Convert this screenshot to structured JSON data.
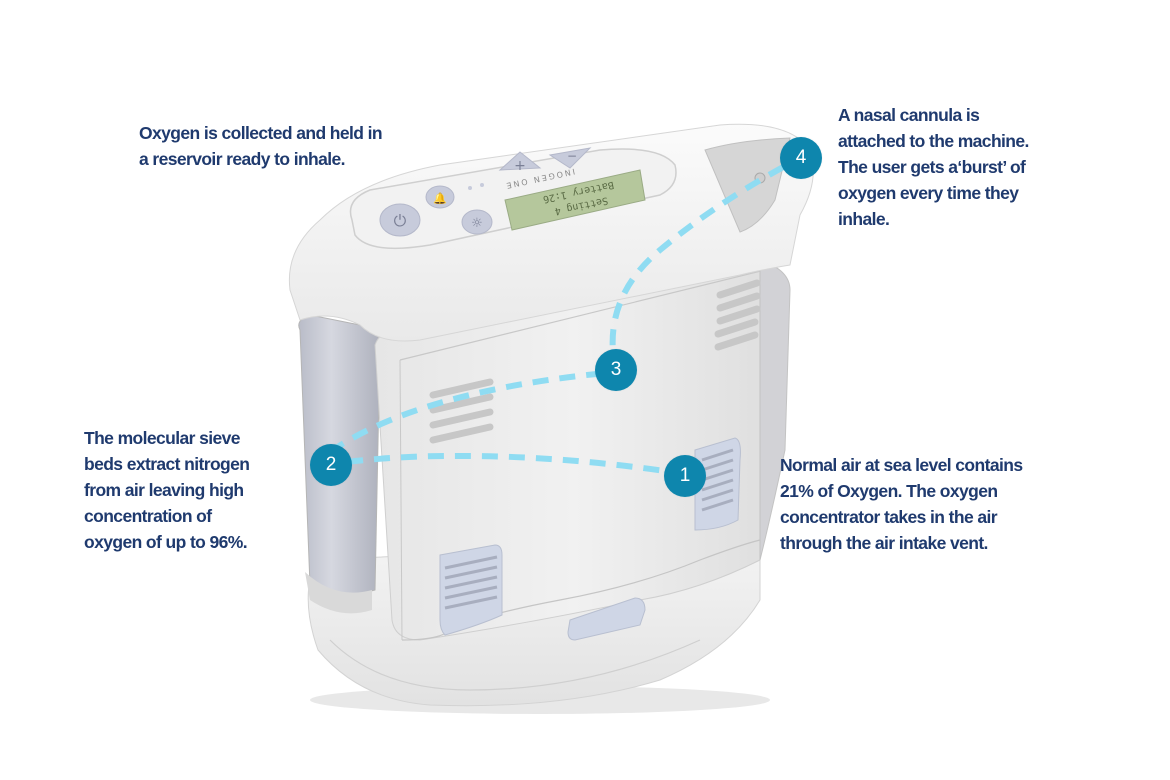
{
  "diagram": {
    "subject": "Portable oxygen concentrator",
    "device": {
      "brand_label": "INOGEN ONE",
      "display_lines": [
        "Battery 1:26",
        "Setting 4"
      ],
      "buttons": [
        "power",
        "alarm",
        "light",
        "plus",
        "minus"
      ]
    },
    "steps": [
      {
        "number": "1",
        "text": "Normal air at sea level contains\n21% of Oxygen. The oxygen\nconcentrator takes in the air\nthrough the air intake vent."
      },
      {
        "number": "2",
        "text": "The molecular sieve\nbeds extract nitrogen\nfrom air leaving high\nconcentration of\noxygen of up to 96%."
      },
      {
        "number": "3",
        "text": "Oxygen is collected and held in\na reservoir ready to inhale."
      },
      {
        "number": "4",
        "text": "A nasal cannula is\nattached to the machine.\nThe user gets a‘burst’ of\noxygen every time they\ninhale."
      }
    ],
    "colors": {
      "text": "#1f3a6e",
      "badge": "#0e86ad",
      "flow_line": "#8fdcf2",
      "device_body": "#eeeeee",
      "sieve_column": "#c9ccd6",
      "vent": "#c5cde0",
      "display": "#b8c9a0"
    }
  }
}
